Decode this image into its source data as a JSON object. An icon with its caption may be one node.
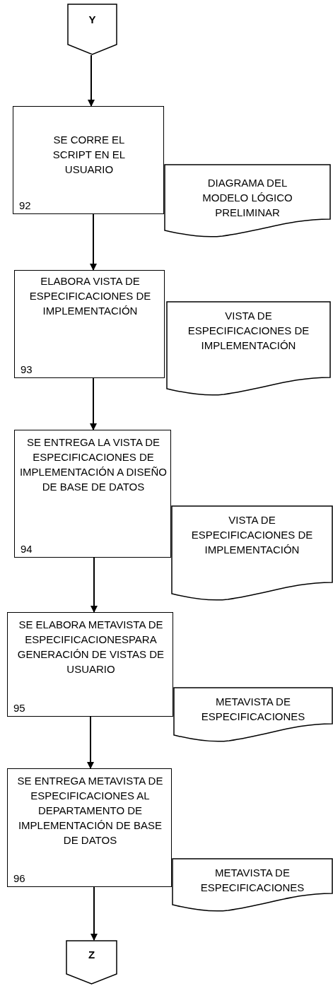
{
  "diagram": {
    "nodes": [
      {
        "text": [
          "Y"
        ]
      },
      {
        "text": [
          "SE CORRE EL SCRIPT EN EL USUARIO",
          "92"
        ]
      },
      {
        "text": [
          "DIAGRAMA DEL MODELO LÓGICO PRELIMINAR"
        ]
      },
      {
        "text": [
          "ELABORA VISTA DE ESPECIFICACIONES DE IMPLEMENTACIÓN",
          "93"
        ]
      },
      {
        "text": [
          "VISTA DE ESPECIFICACIONES DE IMPLEMENTACIÓN"
        ]
      },
      {
        "text": [
          "SE ENTREGA LA VISTA DE ESPECIFICACIONES DE IMPLEMENTACIÓN A DISEÑO DE BASE DE DATOS",
          "94"
        ]
      },
      {
        "text": [
          "VISTA DE ESPECIFICACIONES DE IMPLEMENTACIÓN"
        ]
      },
      {
        "text": [
          "SE ELABORA METAVISTA DE ESPECIFICACIONESPARA GENERACIÓN DE VISTAS DE USUARIO",
          "95"
        ]
      },
      {
        "text": [
          "METAVISTA DE ESPECIFICACIONES"
        ]
      },
      {
        "text": [
          "SE ENTREGA METAVISTA DE ESPECIFICACIONES AL DEPARTAMENTO DE IMPLEMENTACIÓN DE BASE DE DATOS",
          "96"
        ]
      },
      {
        "text": [
          "METAVISTA DE ESPECIFICACIONES"
        ]
      },
      {
        "text": [
          "Z"
        ]
      }
    ],
    "edges": [
      {
        "from": 0,
        "to": 1,
        "arrow": "to"
      },
      {
        "from": 1,
        "to": 3,
        "arrow": "to"
      },
      {
        "from": 3,
        "to": 5,
        "arrow": "to"
      },
      {
        "from": 5,
        "to": 7,
        "arrow": "to"
      },
      {
        "from": 7,
        "to": 9,
        "arrow": "to"
      },
      {
        "from": 9,
        "to": 11,
        "arrow": "to"
      }
    ]
  }
}
